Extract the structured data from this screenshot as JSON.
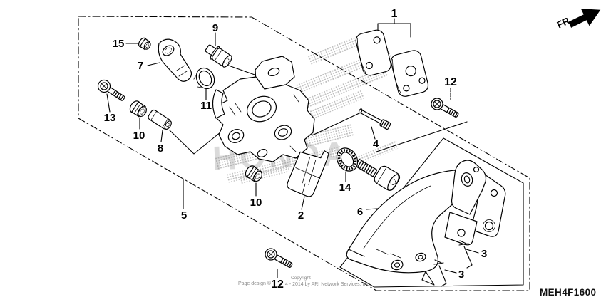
{
  "diagram_code": "MEH4F1600",
  "front_marker": "FR.",
  "brand_watermark": "HONDA",
  "copyright": {
    "line1": "Copyright",
    "line2_left": "Page design ©",
    "line2_right": "4 - 2014 by ARI Network Services, Inc."
  },
  "labels": {
    "l1": "1",
    "l2": "2",
    "l3a": "3",
    "l3b": "3",
    "l4": "4",
    "l5": "5",
    "l6": "6",
    "l7": "7",
    "l8": "8",
    "l9": "9",
    "l10a": "10",
    "l10b": "10",
    "l11": "11",
    "l12a": "12",
    "l12b": "12",
    "l13": "13",
    "l14": "14",
    "l15": "15"
  }
}
